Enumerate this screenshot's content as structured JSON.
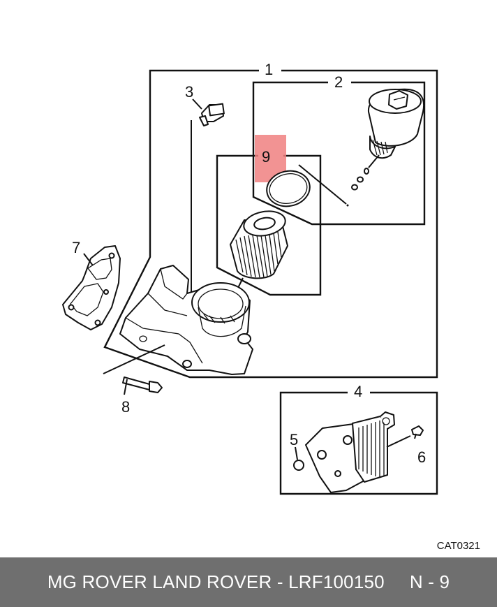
{
  "diagram": {
    "callouts": {
      "c1": "1",
      "c2": "2",
      "c3": "3",
      "c4": "4",
      "c5": "5",
      "c6": "6",
      "c7": "7",
      "c8": "8",
      "c9": "9"
    },
    "highlight_color": "#f08080",
    "highlighted_callout": "9",
    "catalog_ref": "CAT0321"
  },
  "footer": {
    "title": "MG ROVER LAND ROVER - LRF100150",
    "ref": "N - 9",
    "background": "#6f6f6f"
  }
}
